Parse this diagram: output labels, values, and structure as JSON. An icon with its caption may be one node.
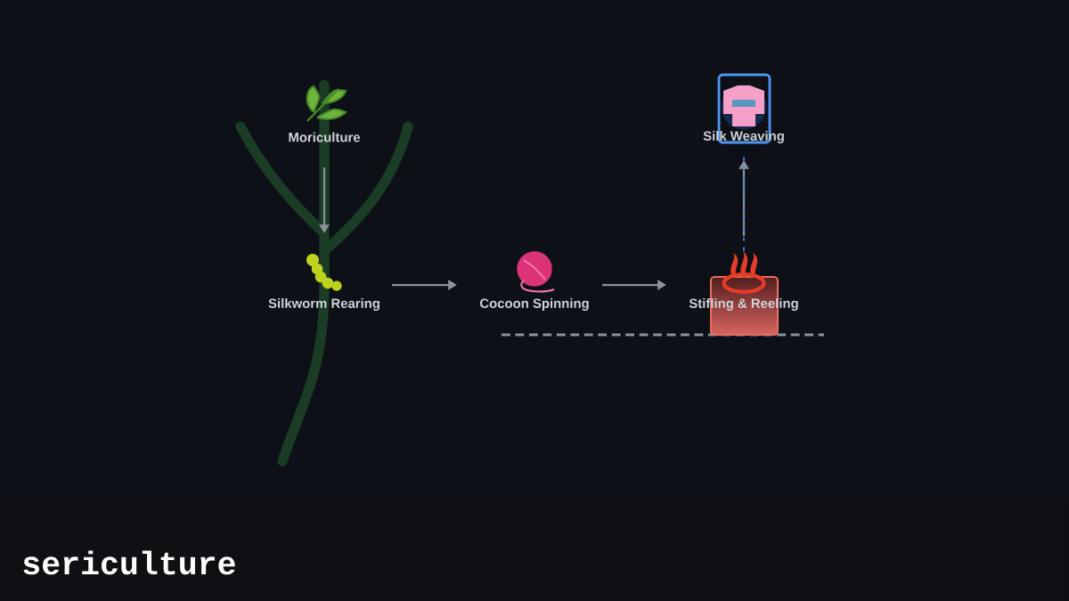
{
  "diagram": {
    "title": "sericulture",
    "nodes": [
      {
        "text": [
          "Moriculture"
        ]
      },
      {
        "text": [
          "Silkworm Rearing"
        ]
      },
      {
        "text": [
          "Cocoon Spinning"
        ]
      },
      {
        "text": [
          "Stifling & Reeling"
        ]
      },
      {
        "text": [
          "Silk Weaving"
        ]
      }
    ],
    "edges": [
      {
        "from": 0,
        "to": 1,
        "arrow": "to"
      },
      {
        "from": 1,
        "to": 2,
        "arrow": "to"
      },
      {
        "from": 2,
        "to": 3,
        "arrow": "to"
      },
      {
        "from": 3,
        "to": 4,
        "arrow": "to"
      },
      {
        "from": 3,
        "to": 4,
        "arrow": "none",
        "style": "dashed",
        "color": "#468ce6"
      }
    ]
  }
}
